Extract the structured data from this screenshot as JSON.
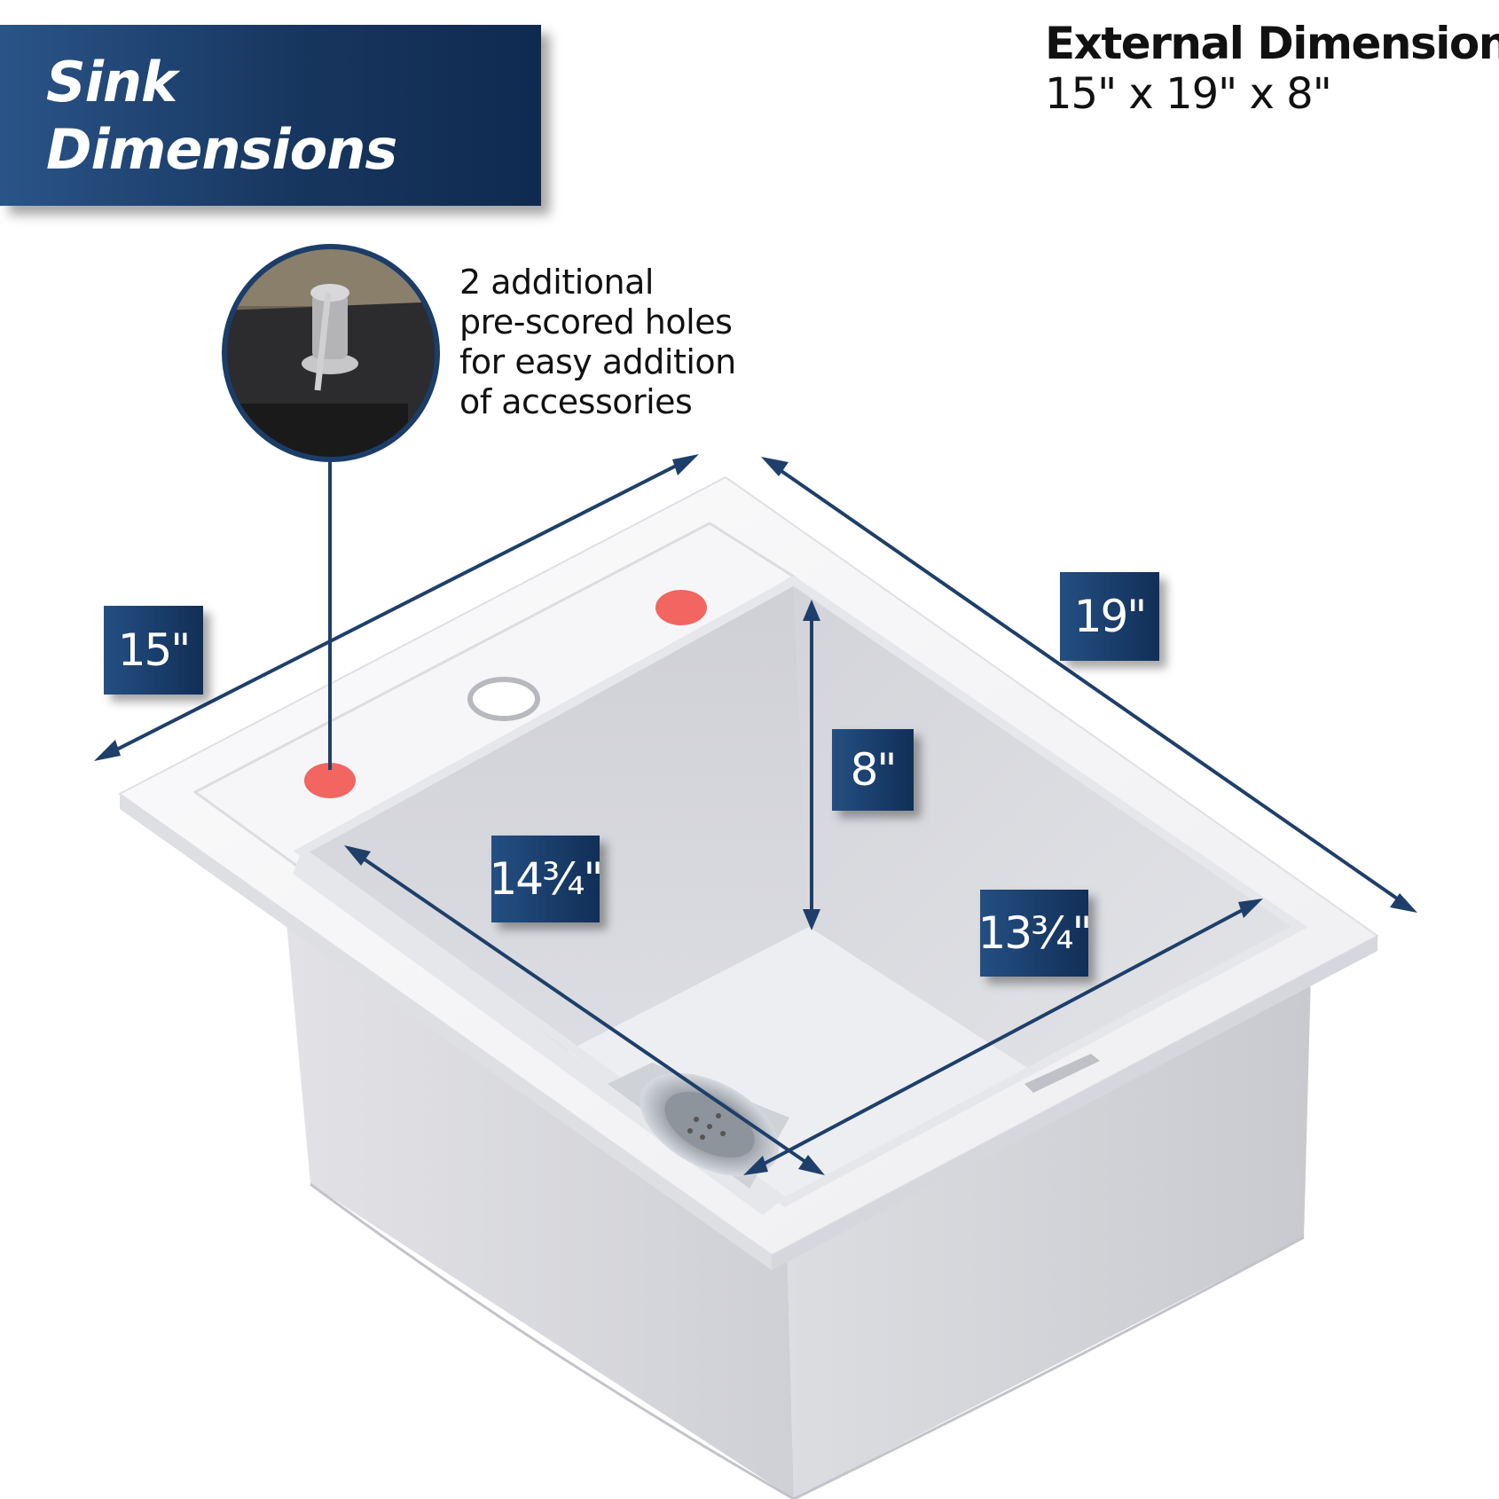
{
  "title_lines": [
    "Sink",
    "Dimensions"
  ],
  "external": {
    "title": "External Dimensions",
    "value": "15\" x 19\" x 8\""
  },
  "note_lines": [
    "2 additional",
    "pre-scored holes",
    "for easy addition",
    "of accessories"
  ],
  "dimensions": {
    "width": "15\"",
    "length": "19\"",
    "depth": "8\"",
    "bowl_length": "14¾\"",
    "bowl_width": "13¾\""
  },
  "colors": {
    "navy": "#1b3d68",
    "arrow": "#1e3f6a",
    "hole_marker": "#f26560",
    "sink_white": "#f4f4f6"
  },
  "icons": [
    "soap-dispenser-photo",
    "dimension-arrow",
    "pre-scored-hole-marker",
    "drain-strainer"
  ]
}
